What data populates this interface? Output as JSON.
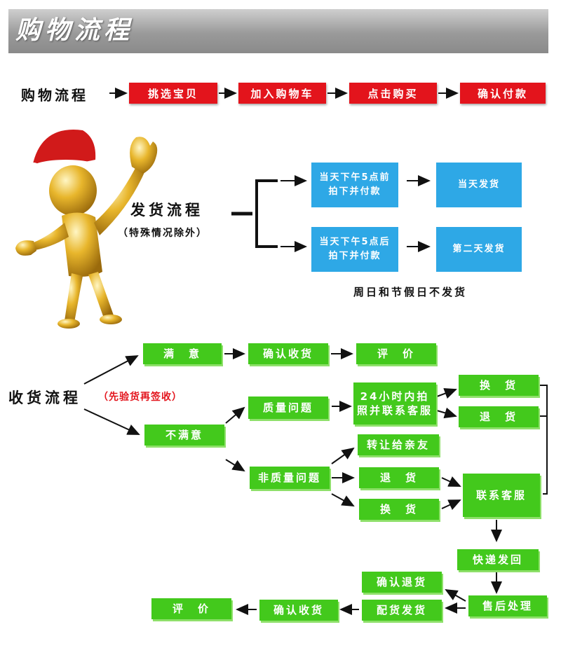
{
  "banner": {
    "title": "购物流程"
  },
  "purchase": {
    "label": "购物流程",
    "steps": [
      "挑选宝贝",
      "加入购物车",
      "点击购买",
      "确认付款"
    ]
  },
  "shipping": {
    "label": "发货流程",
    "sublabel": "（特殊情况除外）",
    "branch_top": [
      "当天下午5点前",
      "拍下并付款"
    ],
    "result_top": "当天发货",
    "branch_bottom": [
      "当天下午5点后",
      "拍下并付款"
    ],
    "result_bottom": "第二天发货",
    "note": "周日和节假日不发货"
  },
  "receiving": {
    "label": "收货流程",
    "sublabel": "（先验货再签收）",
    "satisfied": "满　意",
    "confirm_receipt_1": "确认收货",
    "review_1": "评　价",
    "unsatisfied": "不满意",
    "quality_issue": "质量问题",
    "contact_24h": [
      "24小时内拍",
      "照并联系客服"
    ],
    "exchange_1": "换　货",
    "return_1": "退　货",
    "non_quality_issue": "非质量问题",
    "transfer_friend": "转让给亲友",
    "return_2": "退　货",
    "exchange_2": "换　货",
    "contact_service": "联系客服",
    "express_return": "快递发回",
    "confirm_return": "确认退货",
    "after_sales": "售后处理",
    "reship": "配货发货",
    "confirm_receipt_2": "确认收货",
    "review_2": "评　价"
  },
  "colors": {
    "red": "#e3141c",
    "blue": "#2ea8e6",
    "green": "#43c91c",
    "banner": "#9a9a9a"
  }
}
